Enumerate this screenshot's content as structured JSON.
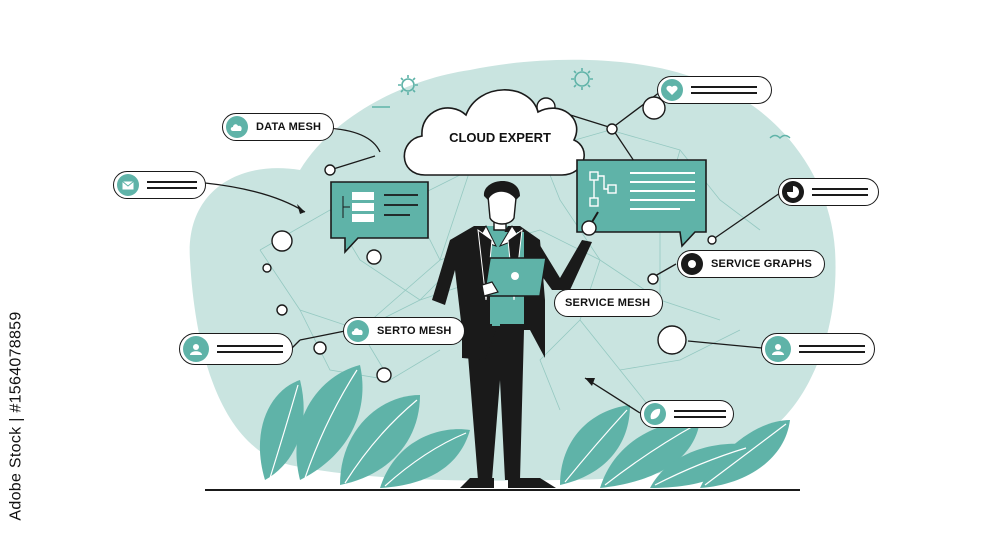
{
  "labels": {
    "cloud_title": "CLOUD EXPERT",
    "data_mesh": "DATA MESH",
    "service_graphs": "SERVICE GRAPHS",
    "service_mesh": "SERVICE MESH",
    "serto_mesh": "SERTO MESH"
  },
  "watermark": "Adobe Stock | #1564078859",
  "colors": {
    "teal_light": "#c9e4e0",
    "teal": "#5fb3a8",
    "teal_dark": "#4a9a90",
    "ink": "#1a1a1a"
  },
  "icons": [
    "cloud-icon",
    "mail-icon",
    "heart-icon",
    "user-icon",
    "chart-icon",
    "leaf-icon",
    "gear-icon"
  ]
}
